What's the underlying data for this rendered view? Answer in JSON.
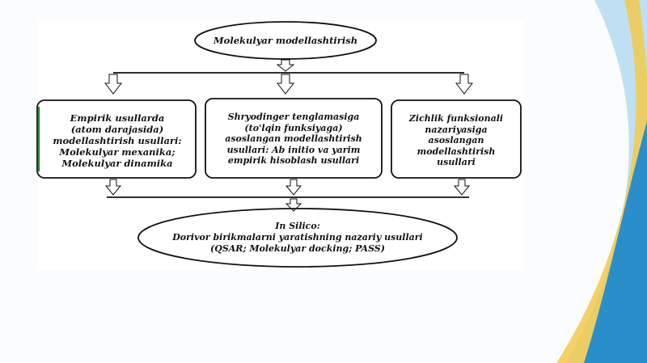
{
  "colors": {
    "slide_background": "#fbfcfd",
    "diagram_background": "#ffffff",
    "stroke": "#111111",
    "box_left_accent": "#2e8b3a",
    "deco_blue": "#2a8fc8",
    "deco_light_blue": "#bfe0f2",
    "deco_gold": "#f2c94c"
  },
  "diagram": {
    "top_node": {
      "label": "Molekulyar modellashtirish"
    },
    "branches": [
      {
        "id": "empirical",
        "lines": [
          "Empirik usullarda",
          "(atom darajasida)",
          "modellashtirish usullari:",
          "Molekulyar mexanika;",
          "Molekulyar dinamika"
        ]
      },
      {
        "id": "schrodinger",
        "lines": [
          "Shryodinger tenglamasiga",
          "(to'lqin funksiyaga)",
          "asoslangan modellashtirish",
          "usullari: Ab initio va yarim",
          "empirik hisoblash usullari"
        ]
      },
      {
        "id": "dft",
        "lines": [
          "Zichlik funksionali",
          "nazariyasiga",
          "asoslangan",
          "modellashtirish",
          "usullari"
        ]
      }
    ],
    "bottom_node": {
      "lines": [
        "In Silico:",
        "Dorivor birikmalarni yaratishning nazariy usullari",
        "(QSAR; Molekulyar docking; PASS)"
      ]
    }
  }
}
